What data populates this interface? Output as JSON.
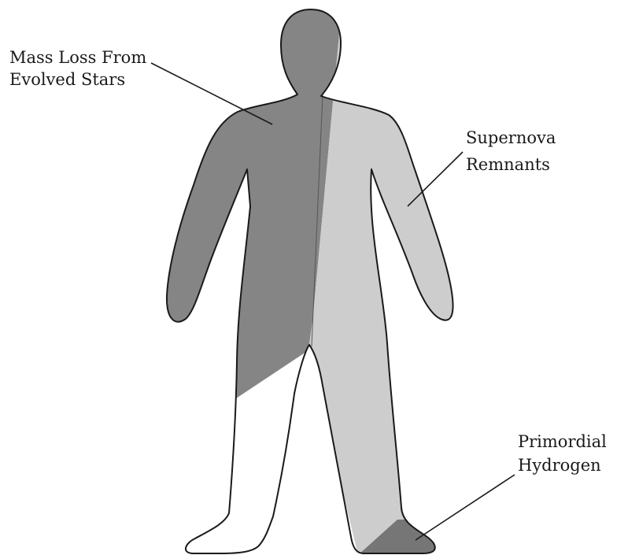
{
  "labels": {
    "mass_loss": [
      "Mass Loss From",
      "Evolved Stars"
    ],
    "supernova": [
      "Supernova",
      "Remnants"
    ],
    "primordial": [
      "Primordial",
      "Hydrogen"
    ]
  },
  "colors": {
    "mass_loss_fill": "#858585",
    "supernova_fill": "#cdcdcd",
    "primordial_fill": "#767676",
    "outline": "#1a1a1a"
  }
}
